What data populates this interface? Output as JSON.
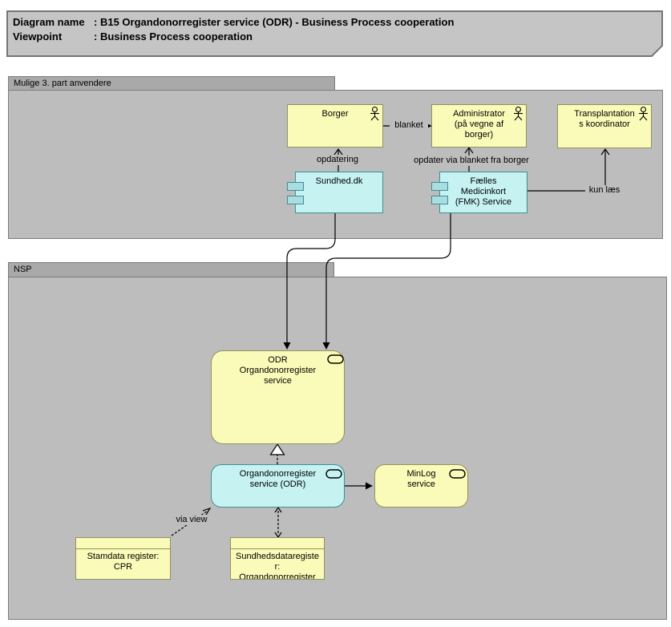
{
  "title": {
    "sep": ":",
    "rows": [
      {
        "label": "Diagram name",
        "value": "B15 Organdonorregister service (ODR) - Business Process cooperation"
      },
      {
        "label": "Viewpoint",
        "value": "Business Process cooperation"
      }
    ]
  },
  "groups": {
    "third_party": {
      "label": "Mulige 3. part anvendere"
    },
    "nsp": {
      "label": "NSP"
    }
  },
  "nodes": {
    "borger": {
      "label": "Borger"
    },
    "administrator": {
      "label": "Administrator\n(på vegne af\nborger)"
    },
    "transplant": {
      "label": "Transplantation\ns koordinator"
    },
    "sundhed": {
      "label": "Sundhed.dk"
    },
    "fmk": {
      "label": "Fælles\nMedicinkort\n(FMK) Service"
    },
    "odr": {
      "label": "ODR\nOrgandonorregister\nservice"
    },
    "odr_service": {
      "label": "Organdonorregister\nservice (ODR)"
    },
    "minlog": {
      "label": "MinLog\nservice"
    },
    "stamdata": {
      "label": "Stamdata register:\nCPR"
    },
    "sundhedsdata": {
      "label": "Sundhedsdataregiste\nr:\nOrgandonorregister"
    }
  },
  "connectors": {
    "blanket": "blanket",
    "opdatering": "opdatering",
    "opdater_via": "opdater via blanket fra borger",
    "kun_laes": "kun læs",
    "via_view": "via view"
  },
  "icons": {
    "actor": "business-actor stick figure",
    "service": "service pill outline",
    "component": "component tabs"
  },
  "colors": {
    "business_fill": "#fbfbb9",
    "application_fill": "#c6f2f2",
    "group_header": "#a9a9a9",
    "group_body": "#bdbdbd",
    "title_fill": "#c5c5c5",
    "border_gray": "#7c7c7c",
    "line": "#000000"
  }
}
